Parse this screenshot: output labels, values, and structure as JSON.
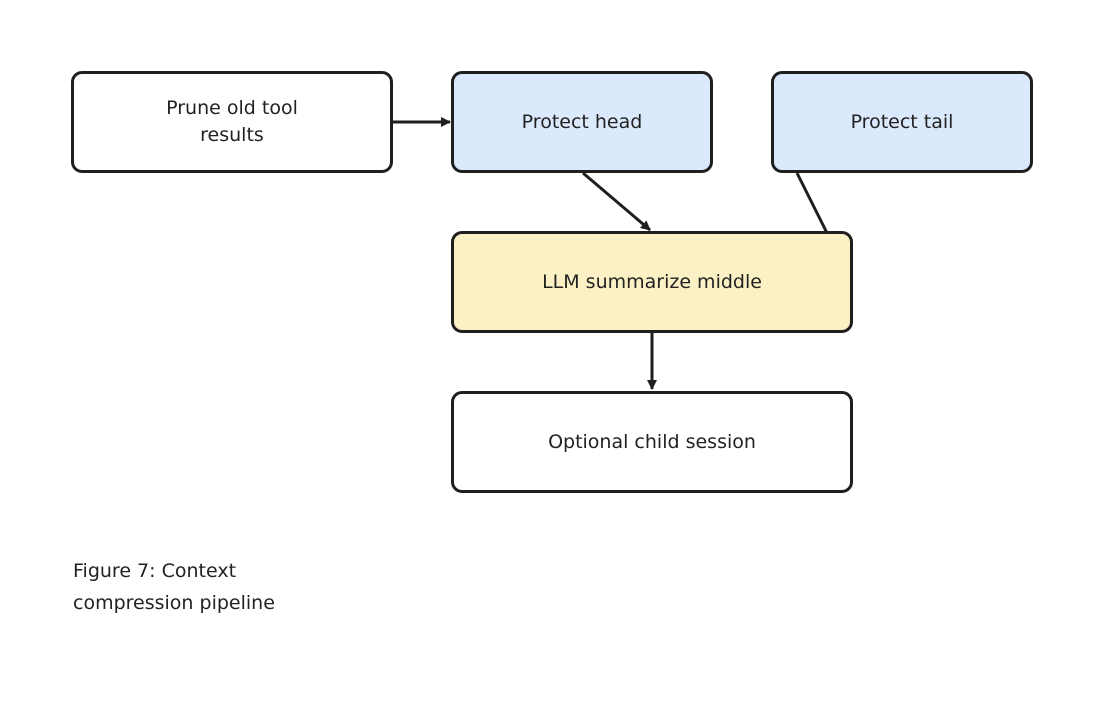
{
  "diagram": {
    "colors": {
      "plain": "#ffffff",
      "protect": "#dbe9fd",
      "summarize": "#fcf1c5",
      "stroke": "#1f1f1f"
    },
    "nodes": {
      "prune": {
        "label": "Prune old tool\nresults",
        "fill": "plain"
      },
      "head": {
        "label": "Protect head",
        "fill": "protect"
      },
      "tail": {
        "label": "Protect tail",
        "fill": "protect"
      },
      "summarize": {
        "label": "LLM summarize middle",
        "fill": "summarize"
      },
      "child": {
        "label": "Optional child session",
        "fill": "plain"
      }
    },
    "edges": [
      {
        "from": "prune",
        "to": "head",
        "arrow": true
      },
      {
        "from": "head",
        "to": "summarize",
        "arrow": true
      },
      {
        "from": "tail",
        "to": "summarize",
        "arrow": false
      },
      {
        "from": "summarize",
        "to": "child",
        "arrow": true
      }
    ]
  },
  "caption": {
    "line1": "Figure 7: Context",
    "line2": "compression pipeline"
  }
}
